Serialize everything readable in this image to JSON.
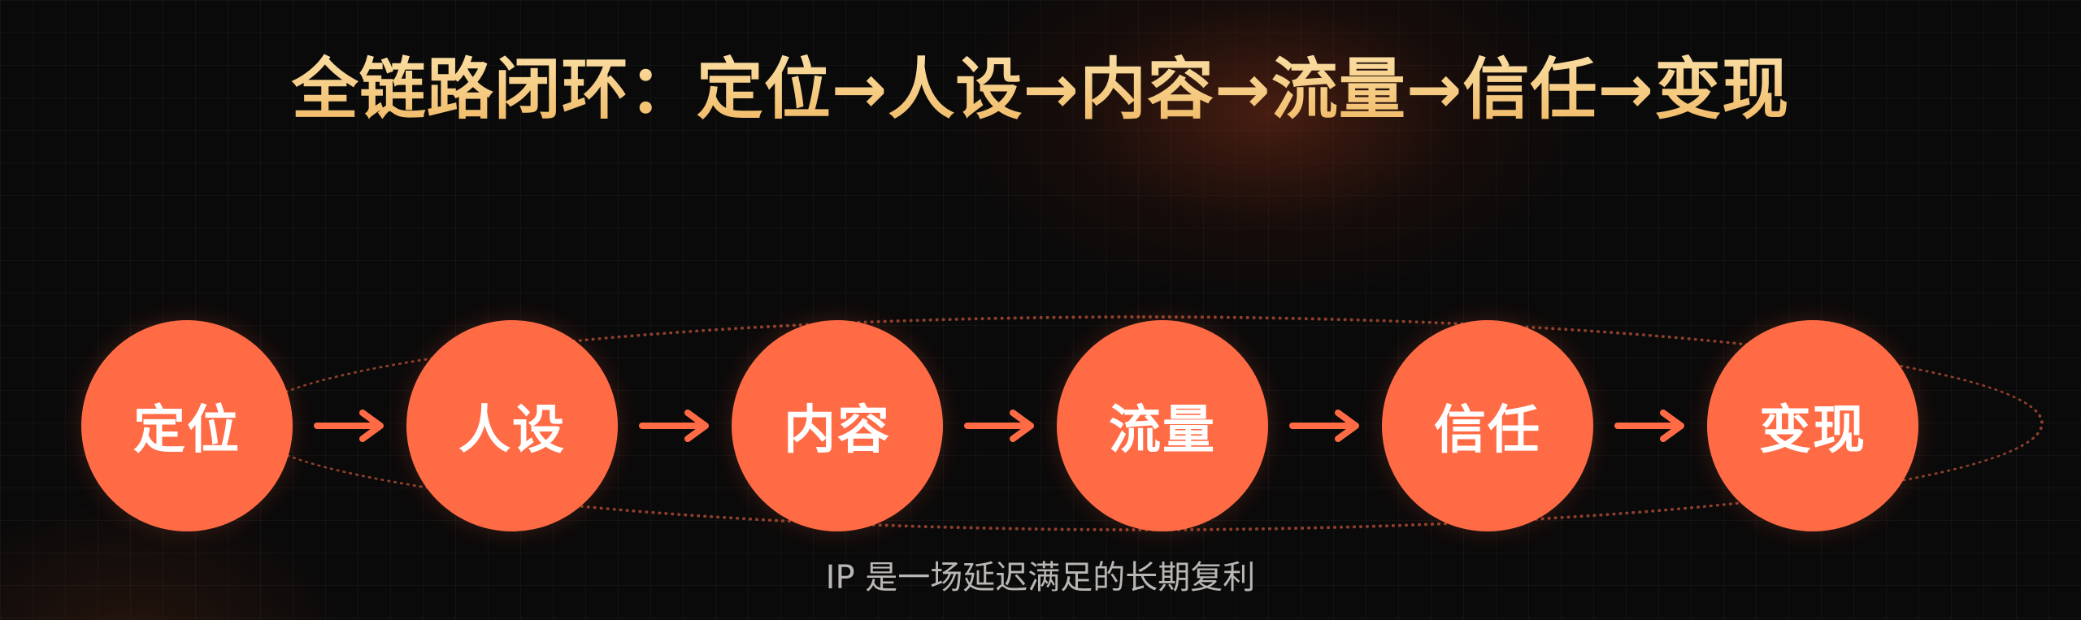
{
  "title": "全链路闭环：定位→人设→内容→流量→信任→变现",
  "steps": [
    {
      "label": "定位"
    },
    {
      "label": "人设"
    },
    {
      "label": "内容"
    },
    {
      "label": "流量"
    },
    {
      "label": "信任"
    },
    {
      "label": "变现"
    }
  ],
  "caption": "IP 是一场延迟满足的长期复利",
  "colors": {
    "background": "#0b0a0a",
    "node_fill": "#ff6b45",
    "node_text": "#ffffff",
    "arrow": "#ff6b45",
    "title": "#f4c478",
    "caption": "#b9b6b3"
  },
  "icons": {
    "connector": "arrow-right-icon",
    "loop": "dotted-loop"
  }
}
